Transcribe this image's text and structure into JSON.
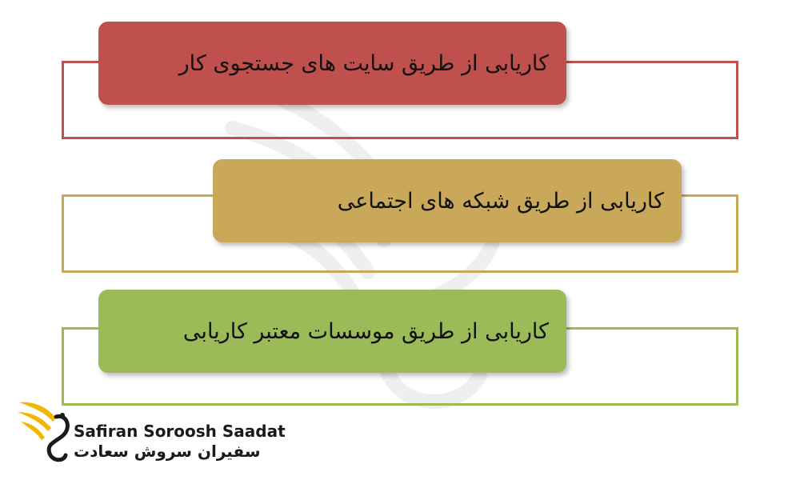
{
  "items": [
    {
      "label": "کاریابی از طریق سایت های جستجوی کار",
      "fill": "#c0504d",
      "line": "#c0504d"
    },
    {
      "label": "کاریابی از طریق شبکه های اجتماعی",
      "fill": "#c9a85a",
      "line": "#c9a85a"
    },
    {
      "label": "کاریابی از طریق موسسات معتبر کاریابی",
      "fill": "#9bbb59",
      "line": "#9bbb59"
    }
  ],
  "logo": {
    "name_en": "Safiran Soroosh Saadat",
    "name_fa": "سفیران سروش سعادت",
    "wing_color": "#f2b705",
    "icon": "swan-wing-logo"
  },
  "watermark": {
    "icon": "swan-wing-watermark"
  }
}
